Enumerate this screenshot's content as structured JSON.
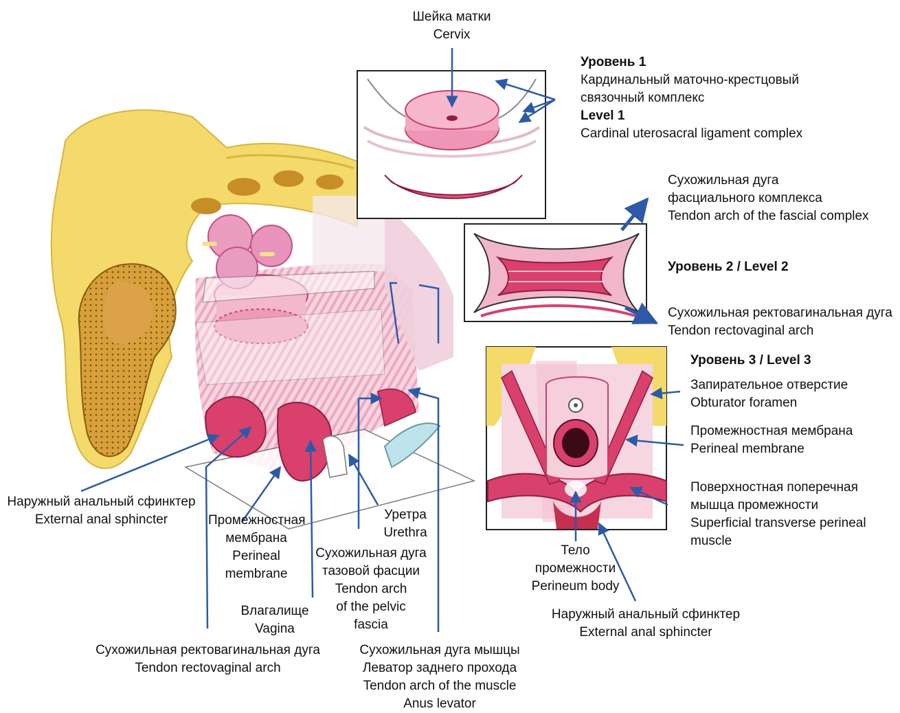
{
  "labels": {
    "cervix": {
      "ru": "Шейка матки",
      "en": "Cervix"
    },
    "level1": {
      "title_ru": "Уровень 1",
      "ru_line1": "Кардинальный маточно-крестцовый",
      "ru_line2": "связочный комплекс",
      "title_en": "Level 1",
      "en": "Cardinal uterosacral ligament complex"
    },
    "fascial_arch": {
      "ru_line1": "Сухожильная дуга",
      "ru_line2": "фасциального комплекса",
      "en": "Tendon arch of the fascial complex"
    },
    "level2": {
      "title": "Уровень 2 / Level 2"
    },
    "rectovaginal_right": {
      "ru": "Сухожильная ректовагинальная дуга",
      "en": "Tendon rectovaginal arch"
    },
    "level3": {
      "title": "Уровень 3 / Level 3"
    },
    "obturator": {
      "ru": "Запирательное отверстие",
      "en": "Obturator foramen"
    },
    "perineal_membrane_right": {
      "ru": "Промежностная мембрана",
      "en": "Perineal membrane"
    },
    "superficial_transverse": {
      "ru_line1": "Поверхностная поперечная",
      "ru_line2": "мышца промежности",
      "en_line1": "Superficial transverse perineal",
      "en_line2": "muscle"
    },
    "perineum_body": {
      "ru_line1": "Тело",
      "ru_line2": "промежности",
      "en": "Perineum body"
    },
    "anal_sphincter_right": {
      "ru": "Наружный анальный сфинктер",
      "en": "External anal sphincter"
    },
    "anal_sphincter_left": {
      "ru": "Наружный анальный сфинктер",
      "en": "External anal sphincter"
    },
    "perineal_membrane_left": {
      "ru_line1": "Промежностная",
      "ru_line2": "мембрана",
      "en_line1": "Perineal",
      "en_line2": "membrane"
    },
    "urethra": {
      "ru": "Уретра",
      "en": "Urethra"
    },
    "pelvic_fascia_arch": {
      "ru_line1": "Сухожильная дуга",
      "ru_line2": "тазовой фасции",
      "en_line1": "Tendon arch",
      "en_line2": "of the pelvic",
      "en_line3": "fascia"
    },
    "vagina": {
      "ru": "Влагалище",
      "en": "Vagina"
    },
    "rectovaginal_left": {
      "ru": "Сухожильная ректовагинальная дуга",
      "en": "Tendon rectovaginal arch"
    },
    "muscle_arch": {
      "ru_line1": "Сухожильная дуга мышцы",
      "ru_line2": "Леватор заднего прохода",
      "en_line1": "Tendon arch of the muscle",
      "en_line2": "Anus levator"
    }
  },
  "colors": {
    "bone": "#f3da6a",
    "bone_inner": "#c98a24",
    "muscle": "#d9406b",
    "tissue_pink": "#f1b6c9",
    "arrow_blue": "#2d5aa8"
  }
}
